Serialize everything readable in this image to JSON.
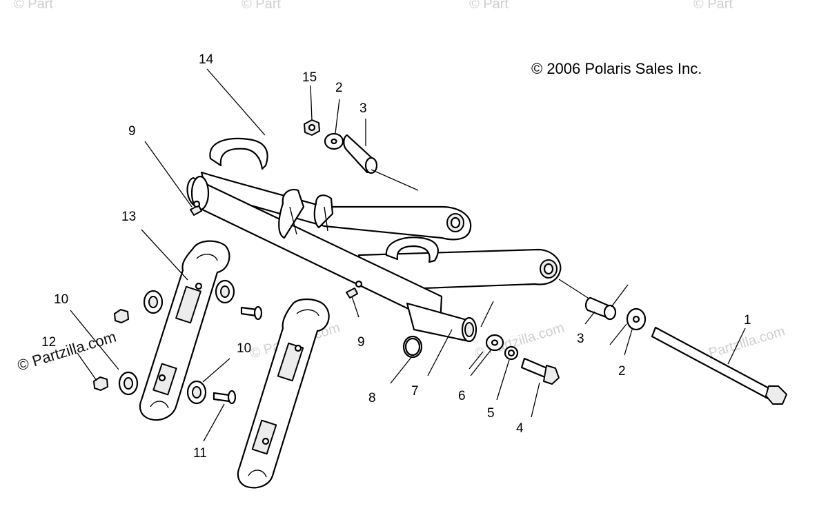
{
  "copyright": "© 2006 Polaris Sales Inc.",
  "watermark": "© Partzilla.com",
  "watermark_partial": "© Part",
  "callouts": [
    {
      "id": "c1",
      "label": "1"
    },
    {
      "id": "c2a",
      "label": "2"
    },
    {
      "id": "c2b",
      "label": "2"
    },
    {
      "id": "c3a",
      "label": "3"
    },
    {
      "id": "c3b",
      "label": "3"
    },
    {
      "id": "c4",
      "label": "4"
    },
    {
      "id": "c5",
      "label": "5"
    },
    {
      "id": "c6",
      "label": "6"
    },
    {
      "id": "c7",
      "label": "7"
    },
    {
      "id": "c8",
      "label": "8"
    },
    {
      "id": "c9a",
      "label": "9"
    },
    {
      "id": "c9b",
      "label": "9"
    },
    {
      "id": "c10a",
      "label": "10"
    },
    {
      "id": "c10b",
      "label": "10"
    },
    {
      "id": "c11",
      "label": "11"
    },
    {
      "id": "c12",
      "label": "12"
    },
    {
      "id": "c13",
      "label": "13"
    },
    {
      "id": "c14",
      "label": "14"
    },
    {
      "id": "c15",
      "label": "15"
    }
  ]
}
